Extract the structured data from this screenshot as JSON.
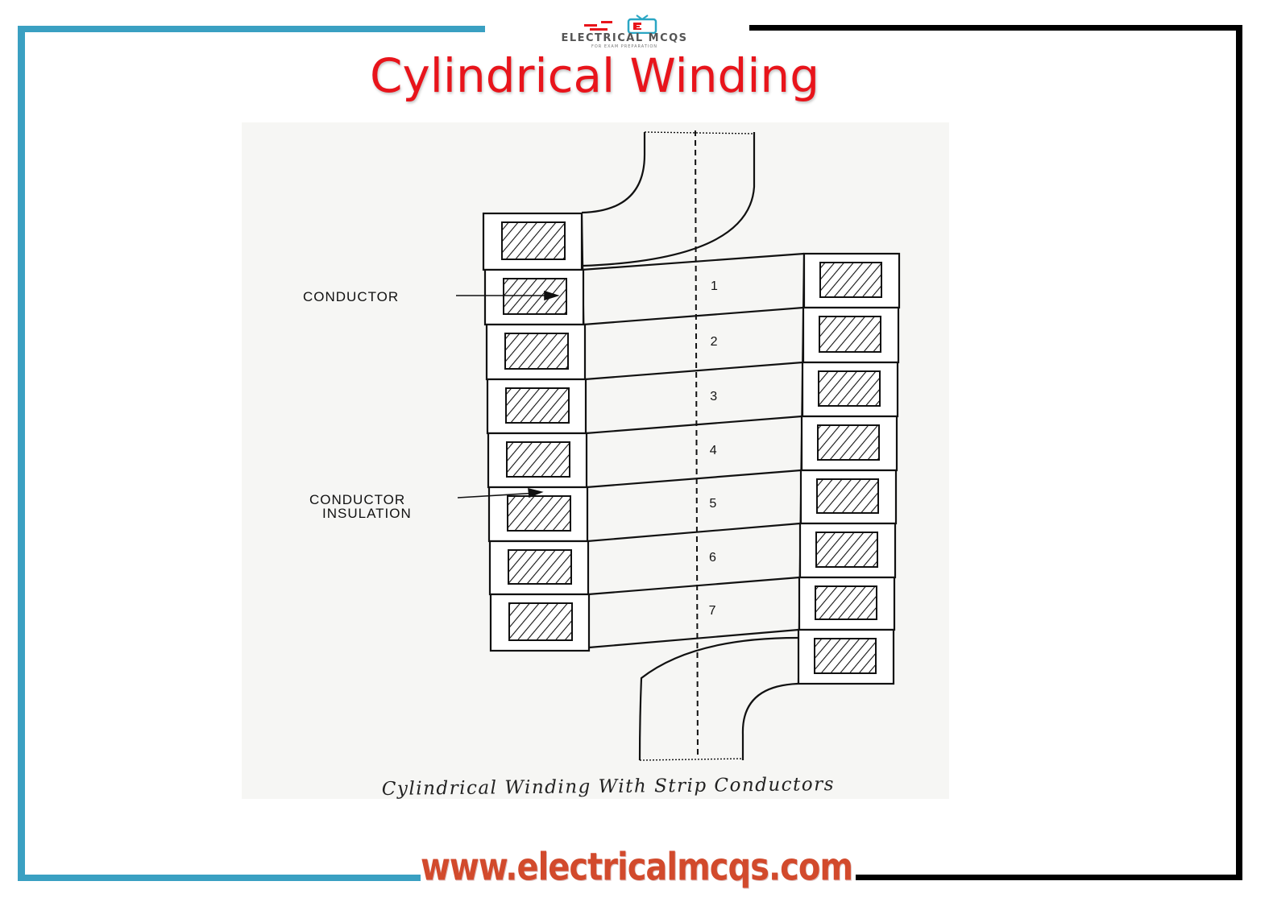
{
  "header": {
    "logo_name": "ELECTRICAL MCQS",
    "logo_tagline": "FOR EXAM PREPARATION",
    "title": "Cylindrical Winding"
  },
  "diagram": {
    "caption": "Cylindrical Winding With Strip Conductors",
    "labels": {
      "conductor": "CONDUCTOR",
      "insulation_line1": "CONDUCTOR",
      "insulation_line2": "INSULATION"
    },
    "turn_numbers": [
      "1",
      "2",
      "3",
      "4",
      "5",
      "6",
      "7"
    ]
  },
  "footer": {
    "url": "www.electricalmcqs.com"
  },
  "colors": {
    "title_red": "#e8141b",
    "frame_blue": "#3aa0c2",
    "frame_black": "#000000",
    "url_orange": "#d24a2c"
  }
}
